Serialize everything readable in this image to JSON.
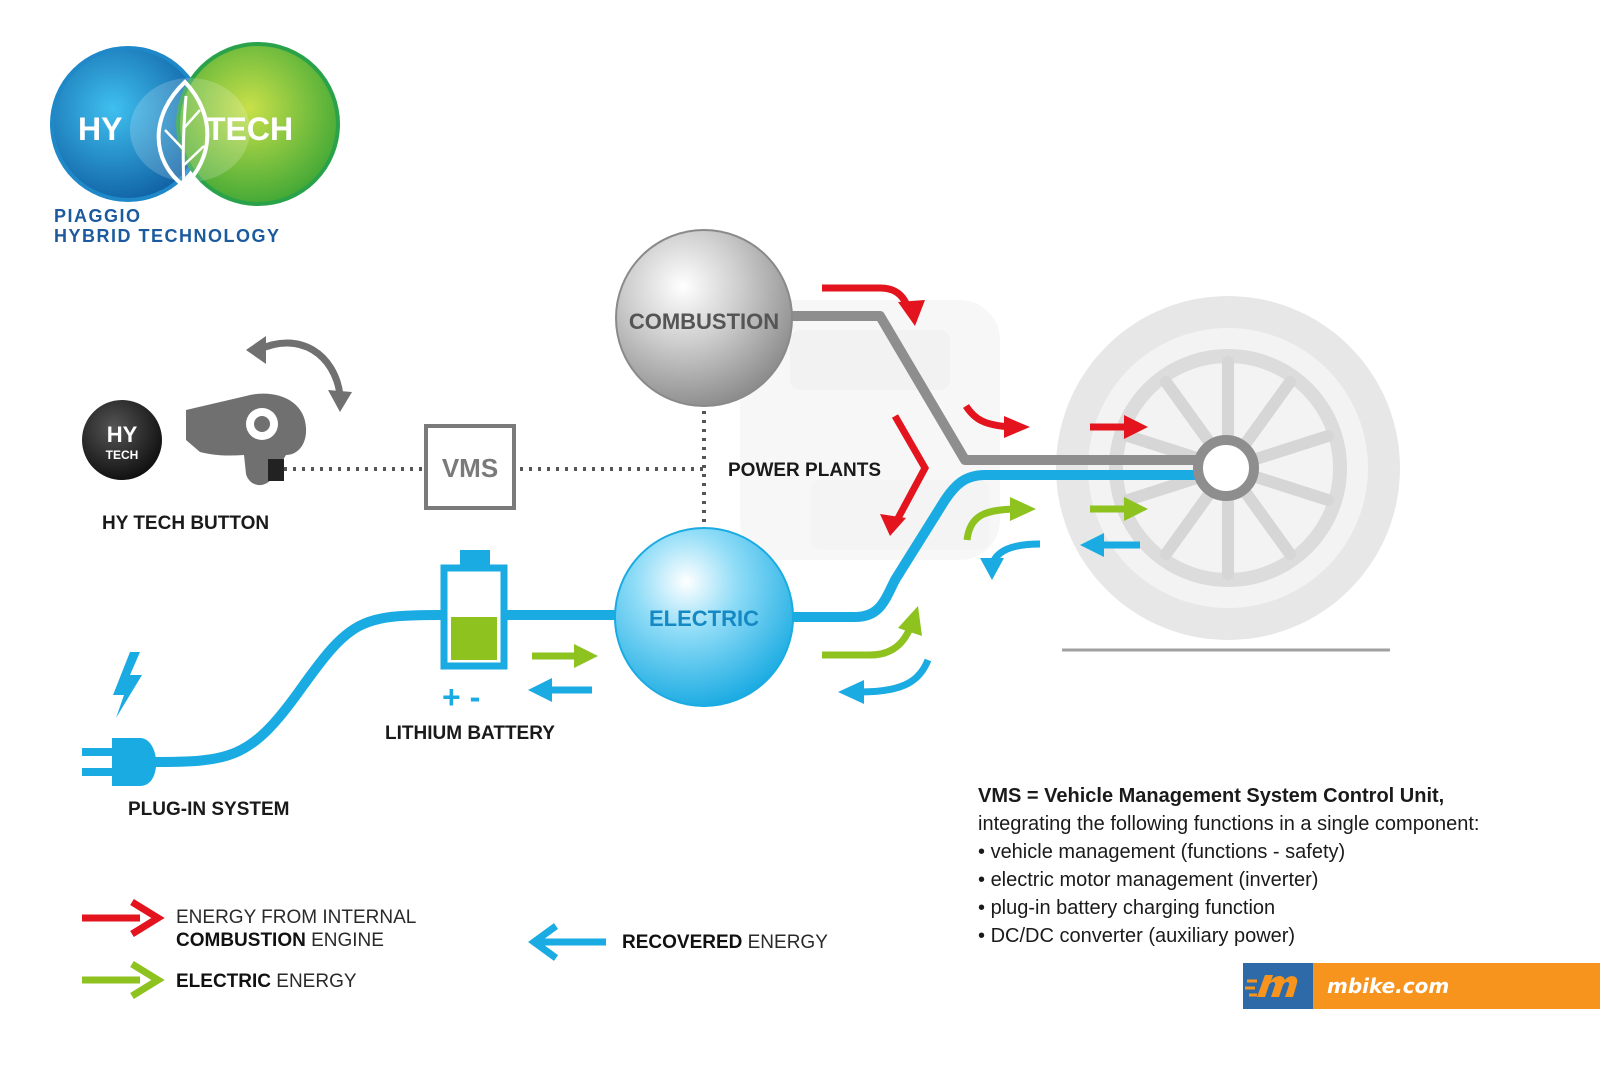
{
  "logo": {
    "hy": "HY",
    "tech": "TECH",
    "line1": "PIAGGIO",
    "line2": "HYBRID TECHNOLOGY"
  },
  "nodes": {
    "combustion": "COMBUSTION",
    "electric": "ELECTRIC",
    "vms": "VMS",
    "power_plants": "POWER PLANTS",
    "hy_tech_button": "HY TECH BUTTON",
    "lithium_battery": "LITHIUM BATTERY",
    "plug_in_system": "PLUG-IN SYSTEM",
    "battery_polarity": "+ -",
    "button_badge_hy": "HY",
    "button_badge_tech": "TECH"
  },
  "legend": {
    "combustion_line1": "ENERGY FROM INTERNAL",
    "combustion_line2_bold": "COMBUSTION",
    "combustion_line2_rest": " ENGINE",
    "electric_bold": "ELECTRIC",
    "electric_rest": " ENERGY",
    "recovered_bold": "RECOVERED",
    "recovered_rest": " ENERGY"
  },
  "info": {
    "heading": "VMS = Vehicle Management System Control Unit,",
    "subheading": "integrating the following functions in a single component:",
    "items": [
      "vehicle management (functions - safety)",
      "electric motor management (inverter)",
      "plug-in battery charging function",
      "DC/DC converter (auxiliary power)"
    ]
  },
  "watermark": {
    "text": "mbike.com"
  },
  "colors": {
    "combustion_red": "#e3141d",
    "electric_green": "#8dc21f",
    "recovered_blue": "#1aabe2",
    "cable_blue": "#1aabe2",
    "combustion_gray": "#8e8e8e",
    "vms_gray": "#7a7a7a",
    "logo_blue": "#1b5a9e",
    "logo_green": "#7dc242",
    "watermark_orange": "#f7941d",
    "watermark_blue": "#2f6aa8"
  },
  "icons": [
    "lightning-icon",
    "plug-icon",
    "leaf-icon",
    "battery-icon",
    "hand-button-icon",
    "rotate-arrow-icon",
    "wheel-icon"
  ]
}
